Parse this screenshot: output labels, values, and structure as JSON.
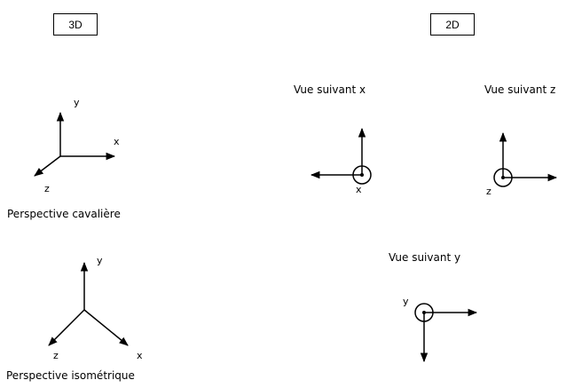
{
  "boxes": {
    "left": "3D",
    "right": "2D"
  },
  "captions": {
    "cavaliere": "Perspective cavalière",
    "isometrique": "Perspective isométrique",
    "view_x": "Vue suivant x",
    "view_z": "Vue suivant z",
    "view_y": "Vue suivant y"
  },
  "axis_labels": {
    "cav_y": "y",
    "cav_x": "x",
    "cav_z": "z",
    "iso_y": "y",
    "iso_z": "z",
    "iso_x": "x",
    "vx_x": "x",
    "vz_z": "z",
    "vy_y": "y"
  }
}
